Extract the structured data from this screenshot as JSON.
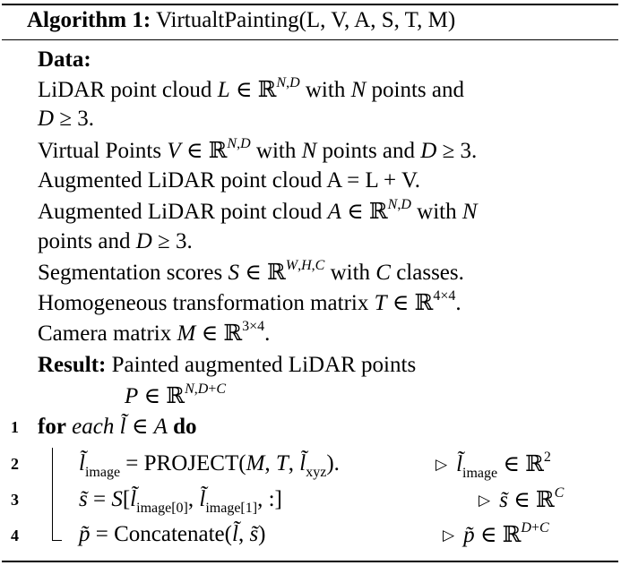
{
  "algorithm": {
    "label": "Algorithm 1:",
    "name": "VirtualtPainting(L, V, A, S, T, M)"
  },
  "data_section": {
    "label": "Data:",
    "items": [
      "LiDAR point cloud L ∈ ℝ^{N,D} with N points and D ≥ 3.",
      "Virtual Points V ∈ ℝ^{N,D} with N points and D ≥ 3.",
      "Augmented LiDAR point cloud A = L + V.",
      "Augmented LiDAR point cloud A ∈ ℝ^{N,D} with N points and D ≥ 3.",
      "Segmentation scores S ∈ ℝ^{W,H,C} with C classes.",
      "Homogeneous transformation matrix T ∈ ℝ^{4×4}.",
      "Camera matrix M ∈ ℝ^{3×4}."
    ]
  },
  "result_section": {
    "label": "Result:",
    "text": "Painted augmented LiDAR points P ∈ ℝ^{N,D+C}"
  },
  "steps": [
    {
      "number": "1",
      "text": "for each l̃ ∈ A do"
    },
    {
      "number": "2",
      "text": "l̃_image = PROJECT(M, T, l̃_xyz).",
      "comment": "l̃_image ∈ ℝ^2"
    },
    {
      "number": "3",
      "text": "s̃ = S[l̃_image[0], l̃_image[1], :]",
      "comment": "s̃ ∈ ℝ^C"
    },
    {
      "number": "4",
      "text": "p̃ = Concatenate(l̃, s̃)",
      "comment": "p̃ ∈ ℝ^{D+C}"
    }
  ]
}
